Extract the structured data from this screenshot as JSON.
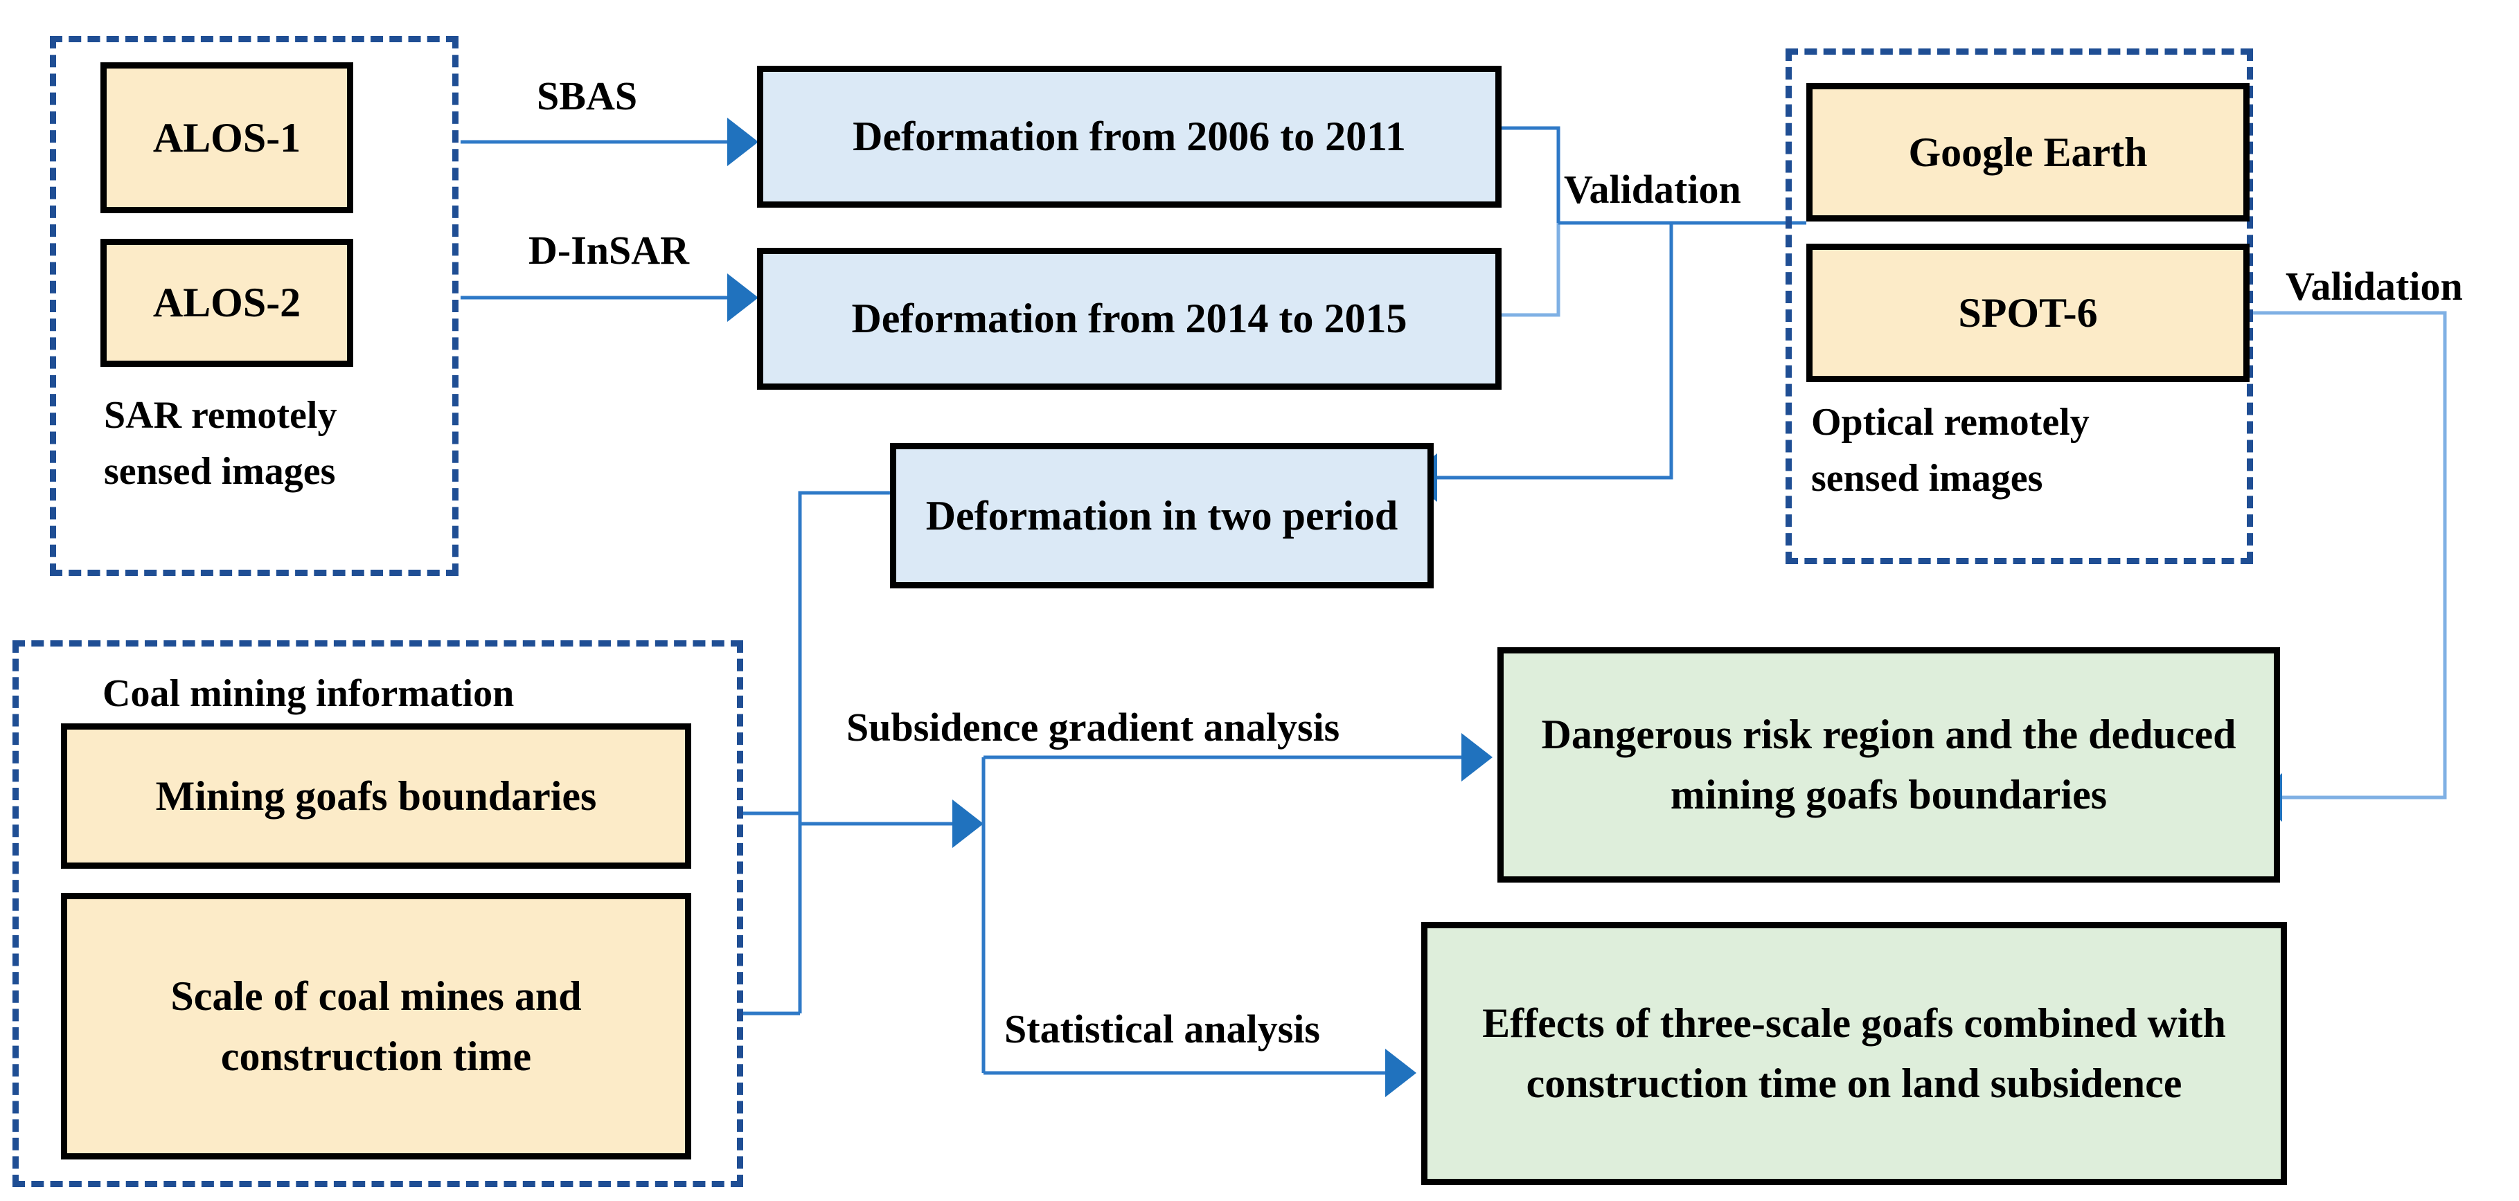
{
  "diagram": {
    "title": "SAR and optical remote sensing mining subsidence workflow",
    "colors": {
      "yellow_fill": "#FCEBC8",
      "blue_fill": "#DBE9F6",
      "green_fill": "#DEEEDB",
      "group_border": "#1F4E94",
      "arrow": "#2072BE",
      "node_border": "#000000"
    }
  },
  "groups": {
    "sar": {
      "label": "SAR remotely\nsensed images"
    },
    "optical": {
      "label": "Optical remotely\nsensed images"
    },
    "coal": {
      "label": "Coal mining information"
    }
  },
  "nodes": {
    "alos1": {
      "label": "ALOS-1"
    },
    "alos2": {
      "label": "ALOS-2"
    },
    "def_2006_2011": {
      "label": "Deformation from 2006 to 2011"
    },
    "def_2014_2015": {
      "label": "Deformation from 2014 to 2015"
    },
    "google_earth": {
      "label": "Google Earth"
    },
    "spot6": {
      "label": "SPOT-6"
    },
    "def_two_period": {
      "label": "Deformation in two period"
    },
    "goafs_boundaries": {
      "label": "Mining goafs boundaries"
    },
    "scale_time": {
      "label": "Scale of coal mines and\nconstruction time"
    },
    "risk_region": {
      "label": "Dangerous risk region and the\ndeduced mining goafs boundaries"
    },
    "effects": {
      "label": "Effects of three-scale goafs combined with\nconstruction time on land subsidence"
    }
  },
  "edge_labels": {
    "sbas": "SBAS",
    "dinsar": "D-InSAR",
    "validation_center": "Validation",
    "validation_right": "Validation",
    "subsidence_gradient": "Subsidence gradient analysis",
    "statistical": "Statistical analysis"
  }
}
